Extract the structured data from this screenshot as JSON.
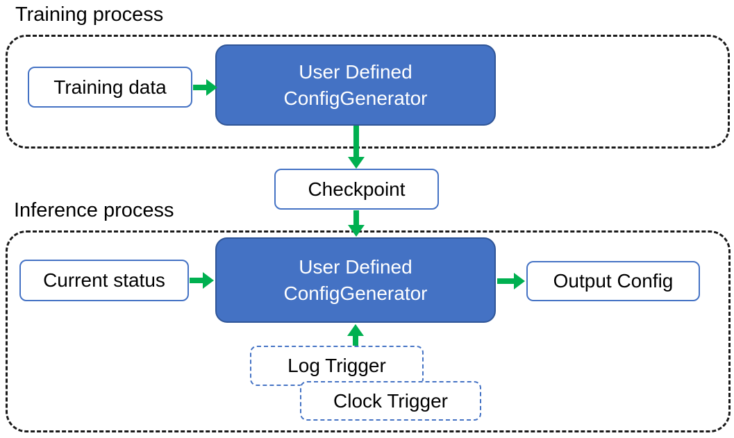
{
  "colors": {
    "text": "#000000",
    "container-border": "#1a1a1a",
    "box-border": "#4472c4",
    "node-fill": "#4472c4",
    "node-border": "#2f5597",
    "node-text": "#ffffff",
    "trigger-border": "#4472c4",
    "arrow": "#00b050"
  },
  "training": {
    "label": "Training process",
    "input": "Training data",
    "generator": {
      "line1": "User Defined",
      "line2": "ConfigGenerator"
    }
  },
  "checkpoint": {
    "label": "Checkpoint"
  },
  "inference": {
    "label": "Inference process",
    "input": "Current status",
    "generator": {
      "line1": "User Defined",
      "line2": "ConfigGenerator"
    },
    "output": "Output Config",
    "triggers": [
      {
        "label": "Log Trigger"
      },
      {
        "label": "Clock Trigger"
      }
    ]
  }
}
